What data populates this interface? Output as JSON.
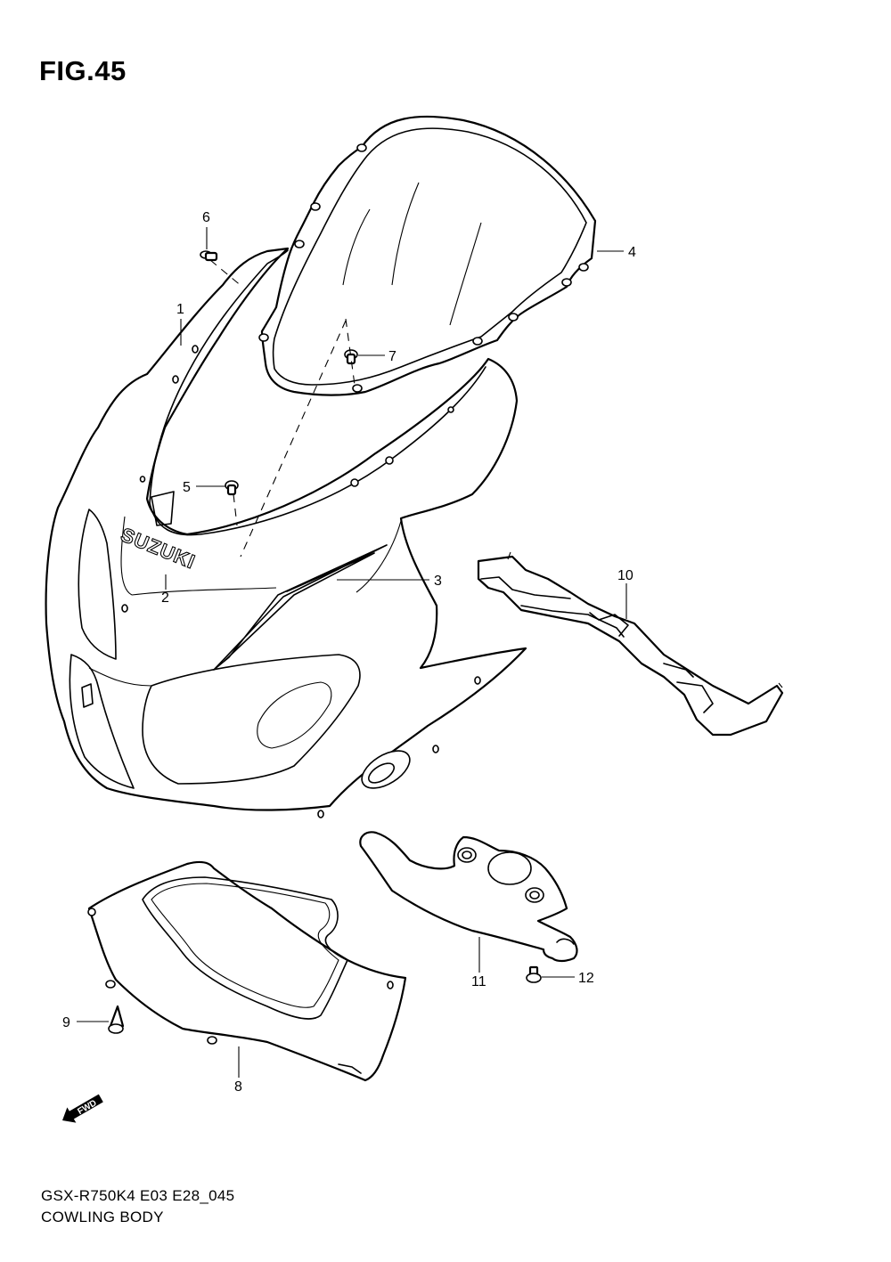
{
  "figure": {
    "title": "FIG.45"
  },
  "caption": {
    "model_code": "GSX-R750K4 E03 E28_045",
    "section_name": "COWLING BODY"
  },
  "logo": {
    "brand_text": "SUZUKI"
  },
  "fwd_arrow": {
    "label": "FWD"
  },
  "callouts": [
    {
      "number": "1",
      "part": "cowling-body"
    },
    {
      "number": "2",
      "part": "emblem"
    },
    {
      "number": "3",
      "part": "stripe-decal"
    },
    {
      "number": "4",
      "part": "windscreen"
    },
    {
      "number": "5",
      "part": "screw"
    },
    {
      "number": "6",
      "part": "screw"
    },
    {
      "number": "7",
      "part": "screw"
    },
    {
      "number": "8",
      "part": "inner-cover"
    },
    {
      "number": "9",
      "part": "fastener"
    },
    {
      "number": "10",
      "part": "side-cover"
    },
    {
      "number": "11",
      "part": "bracket-plate"
    },
    {
      "number": "12",
      "part": "bolt"
    }
  ]
}
